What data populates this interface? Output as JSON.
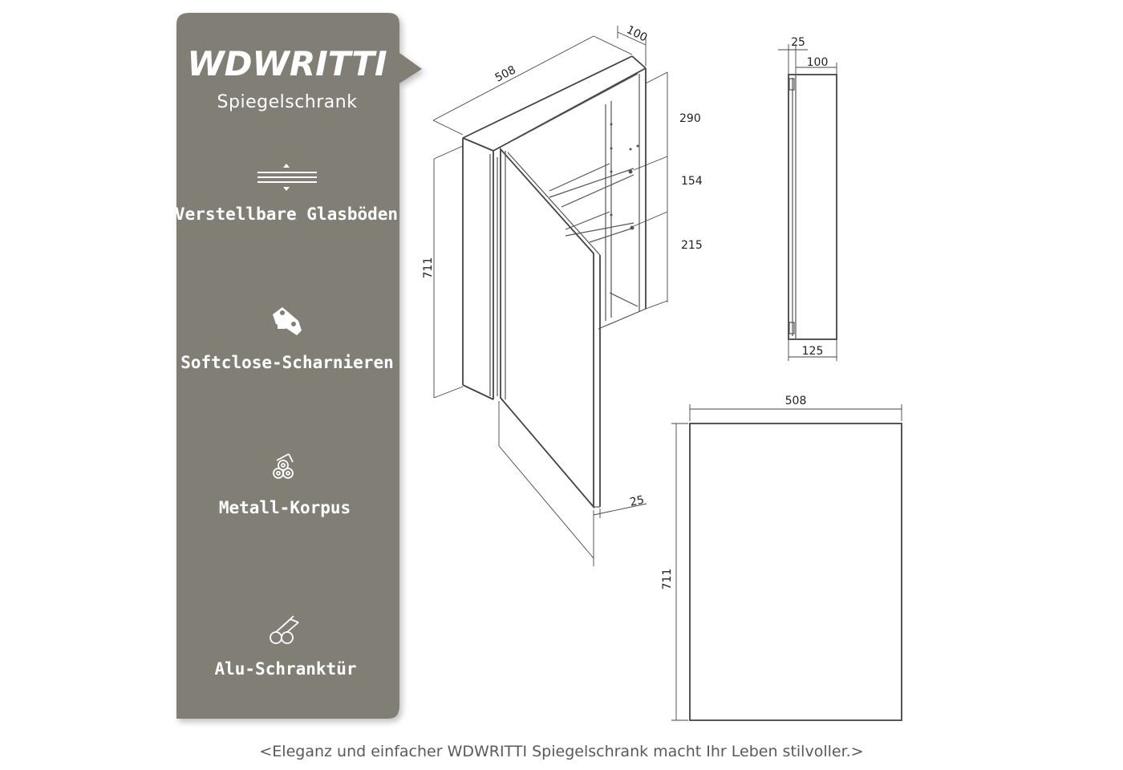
{
  "brand": {
    "name": "WDWRITTI",
    "subtitle": "Spiegelschrank"
  },
  "colors": {
    "panel": "#817f75",
    "panel_shadow": "#c7c5bf",
    "line": "#444444",
    "caption": "#5a5a5a"
  },
  "features": [
    {
      "label": "Verstellbare Glasböden",
      "icon": "adjustable-shelf-icon"
    },
    {
      "label": "Softclose-Scharnieren",
      "icon": "hinge-icon"
    },
    {
      "label": "Metall-Korpus",
      "icon": "metal-rolls-icon"
    },
    {
      "label": "Alu-Schranktür",
      "icon": "aluminium-profiles-icon"
    }
  ],
  "drawing": {
    "iso": {
      "width": "508",
      "depth": "100",
      "height": "711",
      "shelf_top": "290",
      "shelf_mid": "154",
      "shelf_bottom": "215",
      "door": "25"
    },
    "side": {
      "door": "25",
      "depth": "100",
      "total": "125"
    },
    "front": {
      "width": "508",
      "height": "711"
    }
  },
  "caption": "<Eleganz und einfacher WDWRITTI Spiegelschrank macht Ihr Leben stilvoller.>"
}
